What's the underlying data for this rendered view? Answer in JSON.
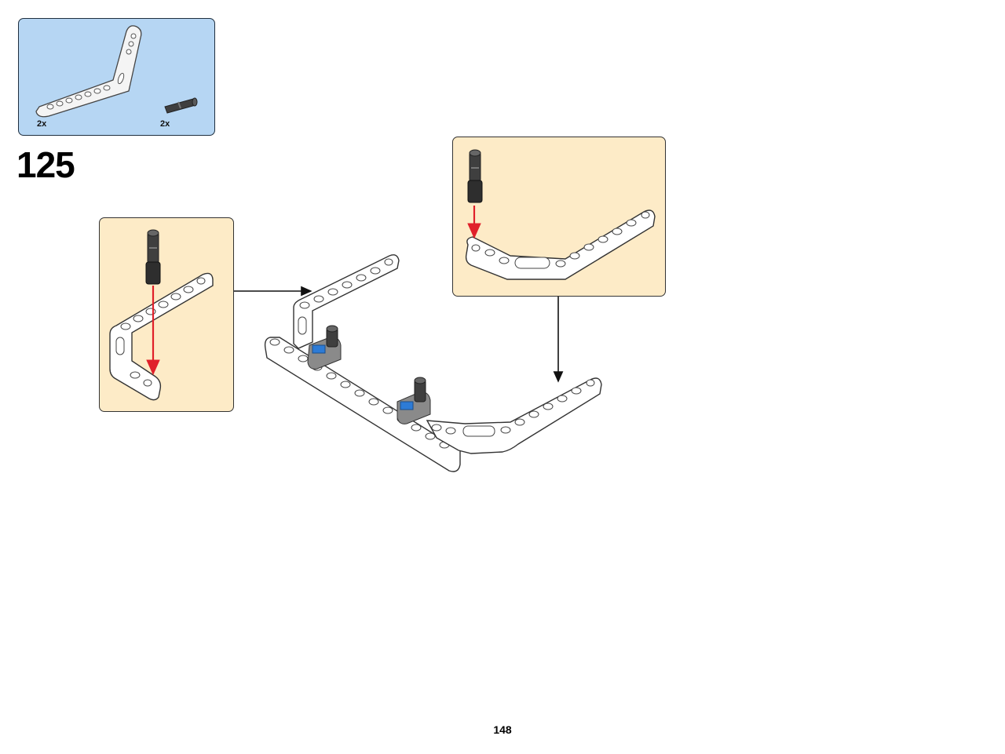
{
  "step": {
    "number": "125"
  },
  "parts_list": [
    {
      "part": "angled-beam-white",
      "quantity": "2x"
    },
    {
      "part": "connector-pin-dark-gray",
      "quantity": "2x"
    }
  ],
  "page": {
    "number": "148"
  },
  "colors": {
    "parts_background": "#b6d6f3",
    "substep_background": "#fdebc7",
    "insert_arrow": "#e0202a",
    "beam": "#ffffff",
    "pin": "#3a3a3a",
    "axle_hole": "#2d7bd6"
  }
}
